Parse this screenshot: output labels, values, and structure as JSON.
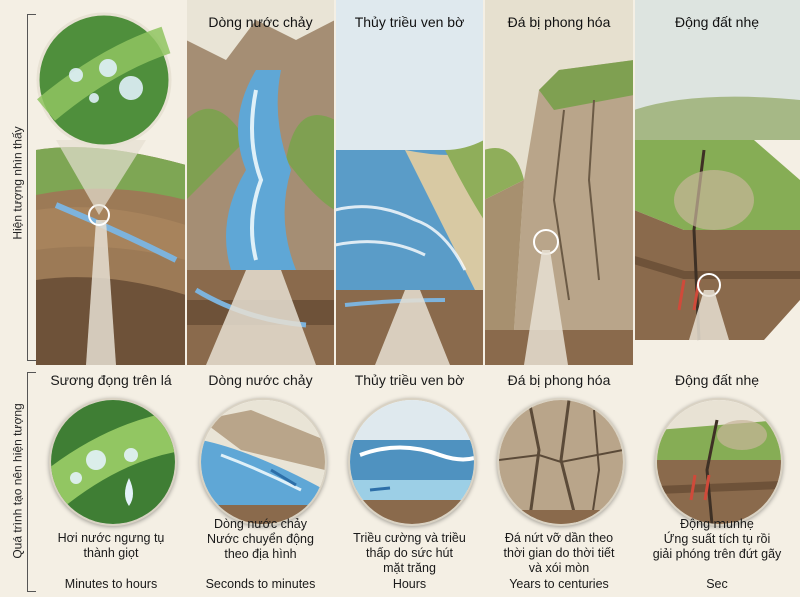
{
  "side_labels": {
    "top": "Hiện tượng nhìn thấy",
    "bottom": "Quá trình tạo nên hiện tượng"
  },
  "panels": [
    {
      "title": ""
    },
    {
      "title": "Dòng nước chảy"
    },
    {
      "title": "Thủy triều ven bờ"
    },
    {
      "title": "Đá bị phong hóa"
    },
    {
      "title": "Động đất nhẹ"
    }
  ],
  "columns": [
    {
      "title": "Sương đọng trên lá",
      "desc": [
        "Hơi nước ngưng tụ",
        "thành giọt"
      ],
      "time": "Minutes to hours"
    },
    {
      "title": "Dòng nước chảy",
      "desc": [
        "Dòng nước chảy",
        "Nước chuyển động",
        "theo địa hình"
      ],
      "time": "Seconds to minutes"
    },
    {
      "title": "Thủy triều ven bờ",
      "desc": [
        "Triều cường và triều",
        "thấp do sức hút",
        "mặt trăng"
      ],
      "time": "Hours"
    },
    {
      "title": "Đá bị phong hóa",
      "desc": [
        "Đá nứt vỡ dần theo",
        "thời gian do thời tiết",
        "và xói mòn"
      ],
      "time": "Years to centuries"
    },
    {
      "title": "Động đất nhẹ",
      "desc": [
        "Động  ｍunhẹ",
        "Ứng suất tích tụ rồi",
        "giải phóng trên đứt gãy"
      ],
      "time": "Sec"
    }
  ],
  "colors": {
    "water": "#5fa7d6",
    "grass": "#7fae4a",
    "soil": "#8a6a4c",
    "rock": "#b9a58a",
    "sky": "#dfe9ee"
  }
}
